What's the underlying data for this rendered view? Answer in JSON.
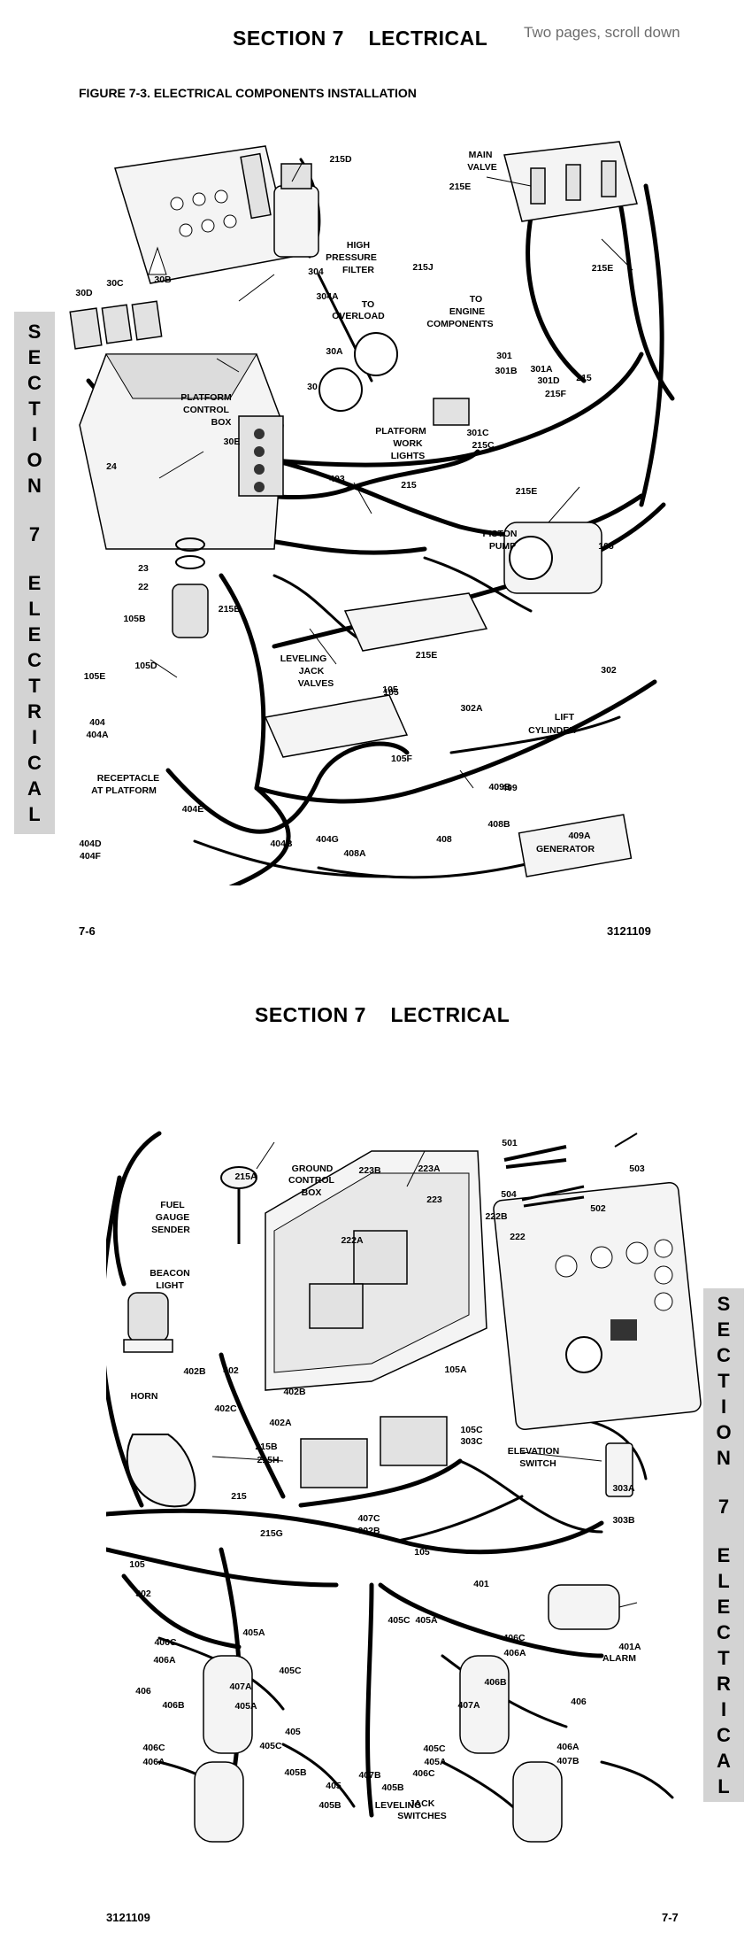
{
  "scroll_note": "Two pages, scroll down",
  "page1": {
    "section_title": "SECTION 7    LECTRICAL",
    "figure_title": "FIGURE 7-3. ELECTRICAL COMPONENTS INSTALLATION",
    "page_left": "7-6",
    "page_right": "3121109",
    "side_tab": [
      "S",
      "E",
      "C",
      "T",
      "I",
      "O",
      "N",
      "",
      "7",
      "",
      "E",
      "L",
      "E",
      "C",
      "T",
      "R",
      "I",
      "C",
      "A",
      "L"
    ]
  },
  "page2": {
    "section_title": "SECTION 7    LECTRICAL",
    "page_left": "3121109",
    "page_right": "7-7",
    "side_tab": [
      "S",
      "E",
      "C",
      "T",
      "I",
      "O",
      "N",
      "",
      "7",
      "",
      "E",
      "L",
      "E",
      "C",
      "T",
      "R",
      "I",
      "C",
      "A",
      "L"
    ]
  },
  "diagram1": {
    "labels": [
      "215D",
      "MAIN",
      "VALVE",
      "215E",
      "215E",
      "HIGH",
      "PRESSURE",
      "FILTER",
      "215J",
      "TO",
      "OVERLOAD",
      "TO",
      "ENGINE",
      "COMPONENTS",
      "301",
      "301B",
      "301A",
      "301D",
      "215",
      "215F",
      "301C",
      "215C",
      "304",
      "304A",
      "30D",
      "30C",
      "30B",
      "30A",
      "30",
      "PLATFORM",
      "CONTROL",
      "BOX",
      "30E",
      "24",
      "PLATFORM",
      "WORK",
      "LIGHTS",
      "403",
      "215",
      "215E",
      "PISTON",
      "PUMP",
      "105",
      "23",
      "22",
      "105B",
      "215E",
      "215E",
      "LEVELING",
      "JACK",
      "VALVES",
      "105",
      "302",
      "105D",
      "105E",
      "404",
      "404A",
      "302A",
      "LIFT",
      "CYLINDER",
      "105",
      "105F",
      "409B",
      "409",
      "RECEPTACLE",
      "AT PLATFORM",
      "404E",
      "404D",
      "404F",
      "404B",
      "404G",
      "408A",
      "408",
      "408B",
      "409A",
      "GENERATOR"
    ]
  },
  "diagram2": {
    "labels": [
      "215A",
      "GROUND",
      "CONTROL",
      "BOX",
      "223B",
      "223A",
      "501",
      "503",
      "504",
      "502",
      "FUEL",
      "GAUGE",
      "SENDER",
      "223",
      "222B",
      "222A",
      "222",
      "BEACON",
      "LIGHT",
      "402B",
      "402",
      "402B",
      "HORN",
      "402C",
      "402A",
      "215B",
      "215H",
      "105A",
      "105C",
      "303C",
      "ELEVATION",
      "SWITCH",
      "303A",
      "303B",
      "215",
      "215G",
      "407C",
      "302B",
      "105",
      "105",
      "302",
      "401",
      "401A",
      "ALARM",
      "405C",
      "405A",
      "406C",
      "405A",
      "406A",
      "405C",
      "406C",
      "406A",
      "406",
      "406B",
      "407A",
      "406",
      "406B",
      "407A",
      "405A",
      "405",
      "405C",
      "406C",
      "406A",
      "405C",
      "405A",
      "405B",
      "407B",
      "405B",
      "405",
      "406C",
      "406A",
      "407B",
      "405B",
      "LEVELING",
      "JACK",
      "SWITCHES"
    ]
  }
}
